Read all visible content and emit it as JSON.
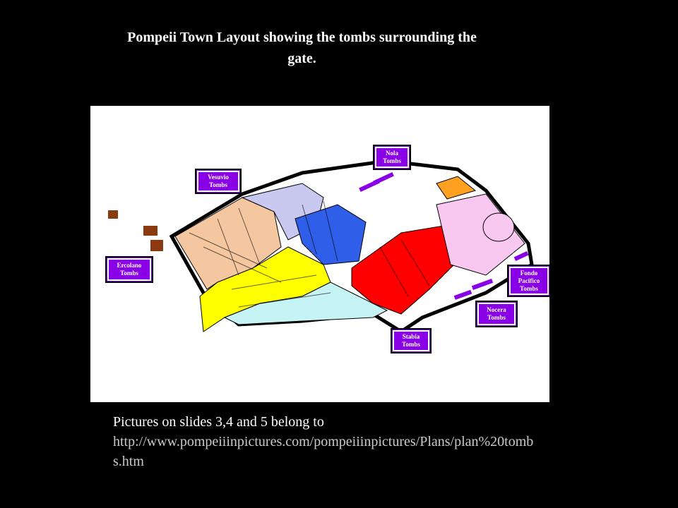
{
  "title": "Pompeii Town Layout showing the tombs surrounding the gate.",
  "tomb_labels": {
    "nola": "Nola\nTombs",
    "vesuvio": "Vesuvio\nTombs",
    "ercolano": "Ercolano\nTombs",
    "fondo_pacifico": "Fondo\nPacifico\nTombs",
    "nocera": "Nocera\nTombs",
    "stabia": "Stabia\nTombs"
  },
  "caption": {
    "text": "Pictures on slides 3,4 and 5 belong to",
    "url": "http://www.pompeiiinpictures.com/pompeiiinpictures/Plans/plan%20tombs.htm"
  },
  "colors": {
    "background": "#000000",
    "label_box": "#8a00e6",
    "region_peach": "#f5c7a0",
    "region_lavender": "#c8c8f0",
    "region_blue": "#2f5ee8",
    "region_yellow": "#ffff00",
    "region_cyan": "#c6f4f4",
    "region_red": "#ff0000",
    "region_pink": "#f8c8f0",
    "region_orange": "#ffa020",
    "tomb_brown": "#8b3a0f",
    "tomb_purple": "#8a00e6"
  }
}
